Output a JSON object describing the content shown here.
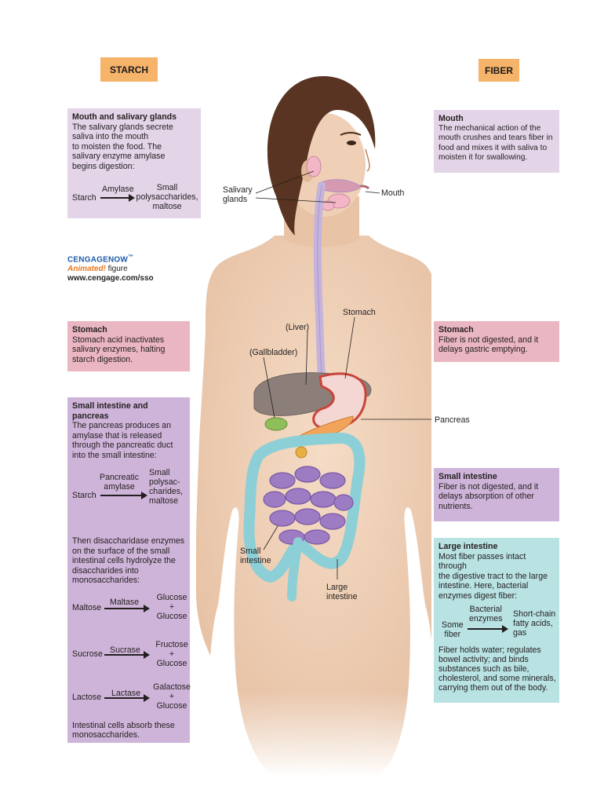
{
  "headers": {
    "starch": "STARCH",
    "fiber": "FIBER"
  },
  "starch": {
    "mouth": {
      "title": "Mouth and salivary glands",
      "text": "The salivary glands secrete\nsaliva into the mouth\nto moisten the food. The\nsalivary enzyme amylase\nbegins digestion:",
      "reaction": {
        "substrate": "Starch",
        "enzyme": "Amylase",
        "product": "Small\npolysaccharides,\nmaltose"
      }
    },
    "stomach": {
      "title": "Stomach",
      "text": "Stomach acid inactivates\nsalivary enzymes, halting\nstarch digestion."
    },
    "small_intestine": {
      "title": "Small intestine and pancreas",
      "text": "The pancreas produces an\namylase that is released\nthrough the pancreatic duct\ninto the small intestine:",
      "reaction": {
        "substrate": "Starch",
        "enzyme": "Pancreatic\namylase",
        "product": "Small\npolysac-\ncharides,\nmaltose"
      },
      "text2": "Then disaccharidase enzymes\non the surface of the small\nintestinal cells hydrolyze the\ndisaccharides into\nmonosaccharides:",
      "reactions": [
        {
          "substrate": "Maltose",
          "enzyme": "Maltase",
          "p1": "Glucose",
          "plus": "+",
          "p2": "Glucose"
        },
        {
          "substrate": "Sucrose",
          "enzyme": "Sucrase",
          "p1": "Fructose",
          "plus": "+",
          "p2": "Glucose"
        },
        {
          "substrate": "Lactose",
          "enzyme": "Lactase",
          "p1": "Galactose",
          "plus": "+",
          "p2": "Glucose"
        }
      ],
      "text3": "Intestinal cells absorb these\nmonosaccharides."
    }
  },
  "fiber": {
    "mouth": {
      "title": "Mouth",
      "text": "The mechanical action of the\nmouth crushes and tears fiber in\nfood and mixes it with saliva to\nmoisten it for swallowing."
    },
    "stomach": {
      "title": "Stomach",
      "text": "Fiber is not digested, and it\ndelays gastric emptying."
    },
    "small_intestine": {
      "title": "Small intestine",
      "text": "Fiber is not digested, and it\ndelays absorption of other\nnutrients."
    },
    "large_intestine": {
      "title": "Large intestine",
      "text": "Most fiber passes intact through\nthe digestive tract to the large\nintestine. Here, bacterial\nenzymes digest fiber:",
      "reaction": {
        "substrate": "Some\nfiber",
        "enzyme": "Bacterial\nenzymes",
        "product": "Short-chain\nfatty acids,\ngas"
      },
      "text2": "Fiber holds water; regulates\nbowel activity; and binds\nsubstances such as bile,\ncholesterol, and some minerals,\ncarrying them out of the body."
    }
  },
  "cengage": {
    "line1": "CENGAGENOW",
    "tm": "™",
    "animated": "Animated!",
    "figure": " figure",
    "url": "www.cengage.com/sso"
  },
  "labels": {
    "salivary_glands": "Salivary\nglands",
    "mouth": "Mouth",
    "liver": "(Liver)",
    "gallbladder": "(Gallbladder)",
    "stomach": "Stomach",
    "pancreas": "Pancreas",
    "small_intestine": "Small\nintestine",
    "large_intestine": "Large\nintestine"
  },
  "colors": {
    "header": "#f6b36a",
    "lavender": "#e3d4e8",
    "pink": "#eab6c2",
    "purple": "#cfb4d9",
    "teal": "#b9e2e3",
    "skin": "#eccab0",
    "hair": "#5a3422",
    "esophagus": "#c4b4dc",
    "liver": "#8c7f7a",
    "stomach_outline": "#c8443a",
    "small_intestine": "#9e7cc4",
    "large_intestine": "#8ccfd6",
    "pancreas": "#f2a45a",
    "gallbladder": "#8fbf5a"
  }
}
